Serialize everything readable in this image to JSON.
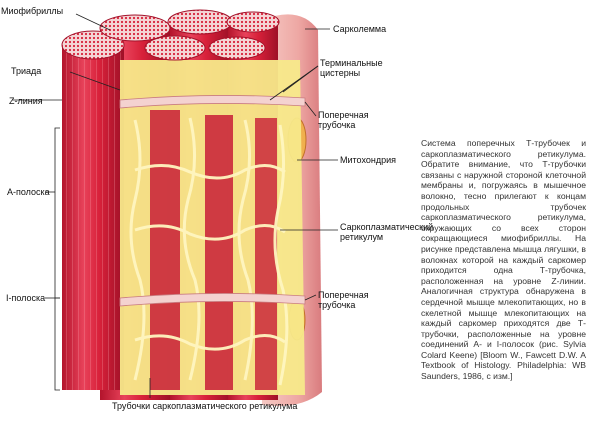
{
  "labels": {
    "myofibrils": "Миофибриллы",
    "triad": "Триада",
    "z_line": "Z-линия",
    "a_band": "A-полоска",
    "i_band": "I-полоска",
    "sarcolemma": "Сарколемма",
    "terminal_cisterns": "Терминальные цистерны",
    "t_tubule_top": "Поперечная трубочка",
    "mitochondria": "Митохондрия",
    "sr": "Саркоплазматический ретикулум",
    "t_tubule_bottom": "Поперечная трубочка",
    "sr_tubules": "Трубочки саркоплазматического ретикулума"
  },
  "caption": "Система поперечных Т-трубочек и саркоплазматического ретикулума. Обратите внимание, что Т-трубочки связаны с наружной стороной клеточной мембраны и, погружаясь в мышечное волокно, тесно прилегают к концам продольных трубочек саркоплазматического ретикулума, окружающих со всех сторон сокращающиеся миофибриллы. На рисунке представлена мышца лягушки, в волокнах которой на каждый саркомер приходится одна Т-трубочка, расположенная на уровне Z-линии. Аналогичная структура обнаружена в сердечной мышце млекопитающих, но в скелетной мышце млекопитающих на каждый саркомер приходятся две Т-трубочки, расположенные на уровне соединений A- и I-полосок (рис. Sylvia Colard Keene) [Bloom W., Fawcett D.W. A Textbook of Histology. Philadelphia: WB Saunders, 1986, с изм.]",
  "colors": {
    "muscle_red": "#d8213a",
    "muscle_dark": "#a3122a",
    "muscle_light": "#f07a8a",
    "sr_yellow": "#f7e98a",
    "sr_light": "#fff8c8",
    "sarcolemma_pink": "#f3b9b6"
  }
}
